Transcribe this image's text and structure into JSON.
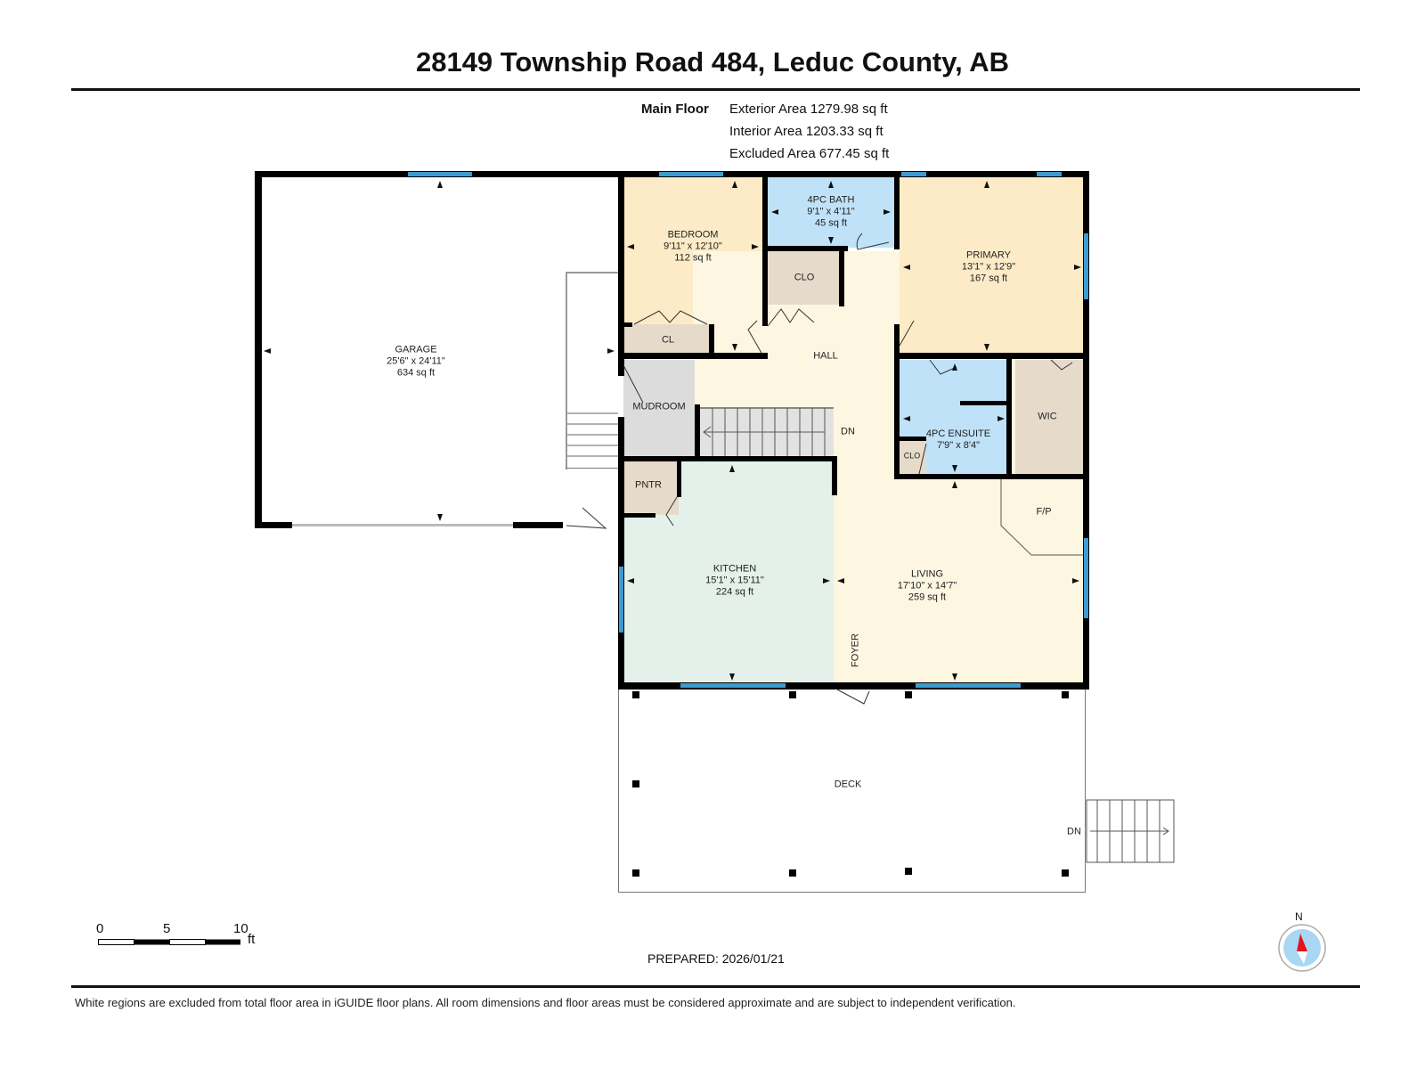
{
  "header": {
    "title": "28149 Township Road 484, Leduc County, AB"
  },
  "floor_summary": {
    "floor_name": "Main Floor",
    "exterior_area": "Exterior Area 1279.98 sq ft",
    "interior_area": "Interior Area 1203.33 sq ft",
    "excluded_area": "Excluded Area 677.45 sq ft"
  },
  "rooms": {
    "garage": {
      "name": "GARAGE",
      "dims": "25'6\" x 24'11\"",
      "area": "634 sq ft"
    },
    "bedroom": {
      "name": "BEDROOM",
      "dims": "9'11\" x 12'10\"",
      "area": "112 sq ft"
    },
    "bath": {
      "name": "4PC BATH",
      "dims": "9'1\" x 4'11\"",
      "area": "45 sq ft"
    },
    "primary": {
      "name": "PRIMARY",
      "dims": "13'1\" x 12'9\"",
      "area": "167 sq ft"
    },
    "clo_hall": {
      "name": "CLO"
    },
    "cl_bedroom": {
      "name": "CL"
    },
    "hall": {
      "name": "HALL"
    },
    "mudroom": {
      "name": "MUDROOM"
    },
    "stairs_dn": {
      "name": "DN"
    },
    "ensuite": {
      "name": "4PC ENSUITE",
      "dims": "7'9\" x 8'4\""
    },
    "clo_ensuite": {
      "name": "CLO"
    },
    "wic": {
      "name": "WIC"
    },
    "fireplace": {
      "name": "F/P"
    },
    "pantry": {
      "name": "PNTR"
    },
    "kitchen": {
      "name": "KITCHEN",
      "dims": "15'1\" x 15'11\"",
      "area": "224 sq ft"
    },
    "living": {
      "name": "LIVING",
      "dims": "17'10\" x 14'7\"",
      "area": "259 sq ft"
    },
    "foyer": {
      "name": "FOYER"
    },
    "deck": {
      "name": "DECK"
    },
    "deck_stairs": {
      "name": "DN"
    }
  },
  "colors": {
    "bedroom": "#fcebc6",
    "bath": "#bfe2f8",
    "closet": "#e6dbcb",
    "hall": "#fdf6e1",
    "mudroom": "#dcdcdc",
    "kitchen": "#e3f1ea",
    "window": "#3d9bd1"
  },
  "scale_bar": {
    "ticks": [
      "0",
      "5",
      "10"
    ],
    "unit": "ft"
  },
  "compass": {
    "label": "N"
  },
  "prepared": "PREPARED: 2026/01/21",
  "footer": {
    "disclaimer": "White regions are excluded from total floor area in iGUIDE floor plans. All room dimensions and floor areas must be considered approximate and are subject to independent verification."
  }
}
